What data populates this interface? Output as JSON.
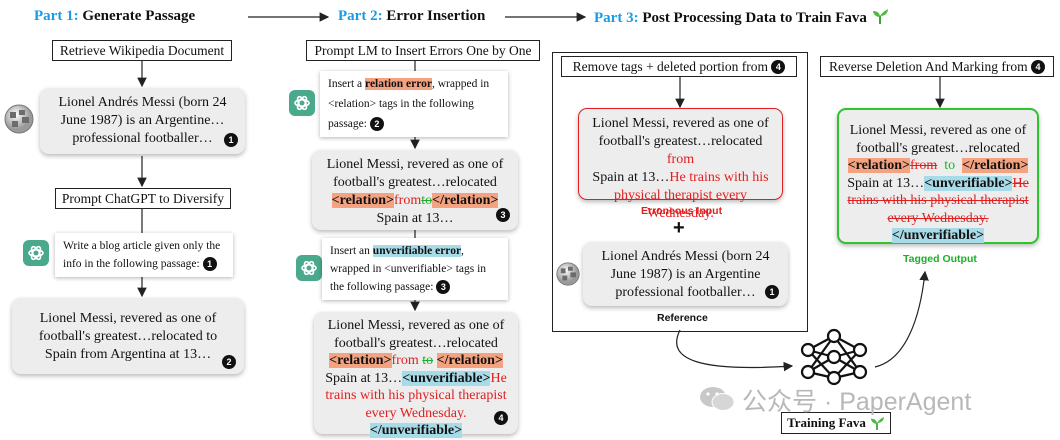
{
  "headers": {
    "part1_label": "Part 1:",
    "part1_title": "Generate Passage",
    "part2_label": "Part 2:",
    "part2_title": "Error Insertion",
    "part3_label": "Part 3:",
    "part3_title": "Post Processing Data to Train Fava"
  },
  "part1": {
    "retrieve_box": "Retrieve Wikipedia Document",
    "wiki_passage": [
      "Lionel Andrés Messi (born 24",
      "June 1987) is an Argentine…",
      "professional footballer…"
    ],
    "wiki_num": "1",
    "diversify_box": "Prompt ChatGPT to Diversify",
    "prompt_lines": [
      "Write a blog article given only the",
      "info in the following passage:"
    ],
    "prompt_num": "1",
    "output_lines": [
      "Lionel Messi, revered as one of",
      "football's greatest…relocated to",
      "Spain from Argentina at 13…"
    ],
    "output_num": "2"
  },
  "part2": {
    "insert_box": "Prompt LM to Insert Errors One by One",
    "prompt1_pre": "Insert a",
    "prompt1_hl": "relation error",
    "prompt1_post": ", wrapped in",
    "prompt1_l2": "<relation> tags in the following",
    "prompt1_l3": "passage:",
    "prompt1_num": "2",
    "card1_l1": "Lionel Messi, revered as one of",
    "card1_l2": "football's greatest…relocated",
    "card1_open": "<relation>",
    "card1_from": "from",
    "card1_to": "to",
    "card1_close": "</relation>",
    "card1_l4": "Spain at 13…",
    "card1_num": "3",
    "prompt2_pre": "Insert an",
    "prompt2_hl": "unverifiable error",
    "prompt2_post": ",",
    "prompt2_l2": "wrapped in <unverifiable> tags in",
    "prompt2_l3": "the following passage:",
    "prompt2_num": "3",
    "card2_l1": "Lionel Messi, revered as one of",
    "card2_l2": "football's greatest…relocated",
    "card2_open": "<relation>",
    "card2_from": "from",
    "card2_to": "to",
    "card2_close": "</relation>",
    "card2_l4a": "Spain at 13…",
    "card2_uopen": "<unverifiable>",
    "card2_he": "He",
    "card2_l5": "trains with his physical therapist",
    "card2_l6": "every Wednesday.",
    "card2_uclose": "</unverifiable>",
    "card2_num": "4"
  },
  "part3": {
    "remove_box": "Remove tags + deleted portion from",
    "remove_num": "4",
    "err_l1": "Lionel Messi, revered as one of",
    "err_l2": "football's greatest…relocated",
    "err_from": "from",
    "err_l3": "Spain at 13…",
    "err_red1": "He trains with his",
    "err_red2": "physical therapist every",
    "err_red3": "Wednesday.",
    "err_caption": "Erroneous Input",
    "plus": "+",
    "ref_l1": "Lionel Andrés Messi (born 24",
    "ref_l2": "June 1987) is an Argentine",
    "ref_l3": "professional footballer…",
    "ref_num": "1",
    "ref_caption": "Reference",
    "reverse_box": "Reverse Deletion And Marking from",
    "reverse_num": "4",
    "tag_l1": "Lionel Messi, revered as one of",
    "tag_l2": "football's greatest…relocated",
    "tag_open": "<relation>",
    "tag_from": "from",
    "tag_to": "to",
    "tag_close": "</relation>",
    "tag_l4a": "Spain at 13…",
    "tag_uopen": "<unverifiable>",
    "tag_he": "He",
    "tag_s1": "trains with his physical therapist",
    "tag_s2": "every Wednesday.",
    "tag_uclose": "</unverifiable>",
    "tag_caption": "Tagged Output",
    "train_box": "Training Fava"
  },
  "watermark": "公众号 · PaperAgent",
  "colors": {
    "blue": "#1a9be6",
    "red": "#e02020",
    "green": "#1fae2a",
    "relation_tag": "#f4a27f",
    "unverifiable_tag": "#a8dbe8"
  }
}
